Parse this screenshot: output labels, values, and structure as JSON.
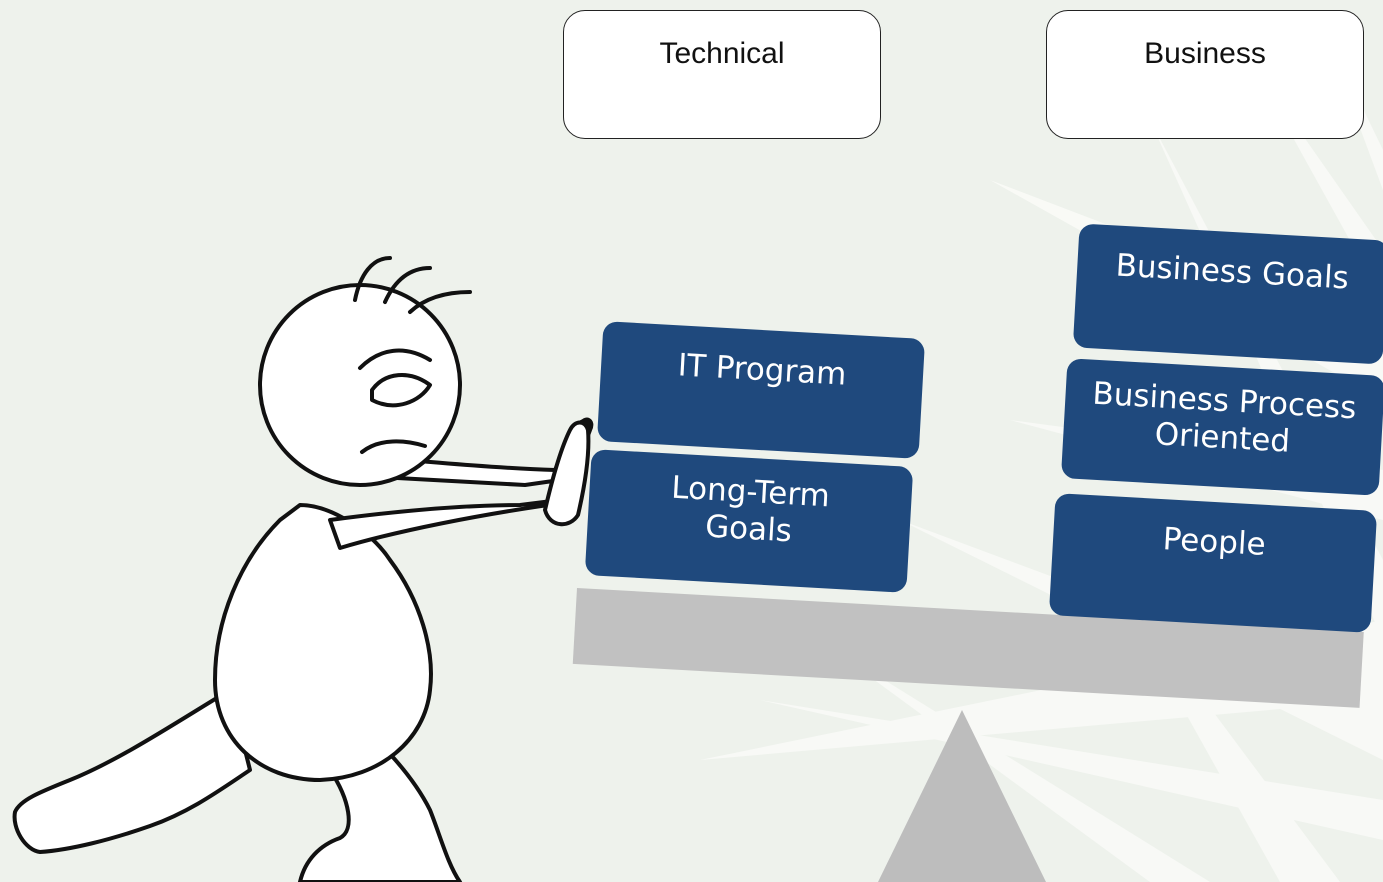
{
  "labels": {
    "technical": "Technical",
    "business": "Business"
  },
  "left_blocks": {
    "top": "IT Program",
    "bottom_line1": "Long-Term",
    "bottom_line2": "Goals"
  },
  "right_blocks": {
    "top": "Business Goals",
    "middle_line1": "Business Process",
    "middle_line2": "Oriented",
    "bottom": "People"
  },
  "colors": {
    "block_fill": "#1f497d",
    "beam": "#c1c1c1",
    "fulcrum": "#bdbdbd",
    "background": "#eef2ec"
  }
}
